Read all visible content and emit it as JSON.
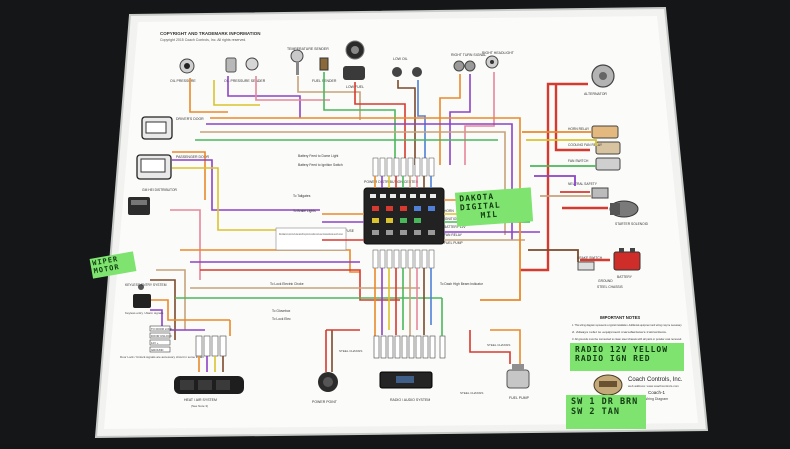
{
  "header": {
    "title": "COPYRIGHT AND TRADEMARK INFORMATION",
    "line": "Copyright 2015 Coach Controls, Inc. All rights reserved."
  },
  "gauges": [
    {
      "label": "OIL PRESSURE"
    },
    {
      "label": "OIL PRESSURE SENDER"
    },
    {
      "label": "TEMPERATURE SENDER"
    },
    {
      "label": "FUEL SENDER"
    },
    {
      "label": "LOW FUEL"
    },
    {
      "label": "LOW OIL"
    },
    {
      "label": "RIGHT TURN SIGNAL"
    },
    {
      "label": "RIGHT HEADLIGHT"
    }
  ],
  "left_components": [
    {
      "label": "DRIVER'S DOOR"
    },
    {
      "label": "PASSENGER DOOR"
    },
    {
      "label": "GM HEI DISTRIBUTOR"
    },
    {
      "label": "KEYLESS ENTRY SYSTEM"
    }
  ],
  "left_notes": {
    "keyless": "Keyless entry / Alarm signals",
    "door_note": "Door Lock / Unlock signals are accessory circuit in some install"
  },
  "left_labels": [
    "TO DOOR LOCK",
    "DOOR UNLOCK",
    "12V +",
    "GROUND"
  ],
  "center_labels": [
    "Battery Feed to Dome Light",
    "Battery Feed to Ignition Switch",
    "POWER DISTRIBUTION CENTER",
    "To Tailgates",
    "To Brake Lights",
    "To Lock Electric Choke",
    "To Dash High Beam Indicator",
    "HORN",
    "IGNITION",
    "BATTERY 12V",
    "FAN RELAY",
    "FUEL PUMP",
    "MAIN FUSE",
    "To Glovebox",
    "To Lock Elec"
  ],
  "center_note": "When ballast coil or pinion line the fuse rated with the ignition live condition must be used. Connected after wire uses off to connect.",
  "right_components": [
    {
      "label": "ALTERNATOR"
    },
    {
      "label": "STARTER SOLENOID"
    },
    {
      "label": "BATTERY"
    },
    {
      "label": "HORN RELAY"
    },
    {
      "label": "COOLING FAN RELAY"
    },
    {
      "label": "FAN SWITCH"
    },
    {
      "label": "NEUTRAL SAFETY"
    },
    {
      "label": "BRAKE SWITCH"
    }
  ],
  "right_labels": [
    "GROUND",
    "STEEL CHASSIS"
  ],
  "bottom_components": [
    {
      "label": "HEAT / AIR SYSTEM"
    },
    {
      "label": "POWER POINT"
    },
    {
      "label": "RADIO / AUDIO SYSTEM"
    },
    {
      "label": "FUEL PUMP"
    }
  ],
  "bottom_sub": [
    "(See Note 3)",
    "STEEL CHASSIS",
    "STEEL CHASSIS",
    "STEEL CHASSIS"
  ],
  "important_notes": {
    "title": "IMPORTANT NOTES",
    "items": [
      "1. This wiring diagram represents a typical installation. Additional equipment and wiring may be necessary.",
      "2. Always refer to equipment manufacturers instructions.",
      "3. All grounds must be connected to clean steel chassis with all paint or powder coat removed."
    ]
  },
  "branding": {
    "company": "Coach Controls, Inc.",
    "web": "web address: www.coachcontrols.com",
    "model": "Coach-1",
    "subtitle": "Wiring Diagram"
  },
  "handwritten": {
    "dakota_1": "DAKOTA",
    "dakota_2": "DIGITAL",
    "dakota_3": "MIL",
    "motor_1": "WIPER",
    "motor_2": "MOTOR",
    "radio_1": "RADIO 12V YELLOW",
    "radio_2": "RADIO IGN RED",
    "sw_1": "SW 1 DR BRN",
    "sw_2": "SW 2 TAN"
  },
  "colors": {
    "orange": "#e98a2a",
    "red": "#d63a2e",
    "purple": "#8c43c6",
    "pink": "#e6879a",
    "tan": "#c7a27b",
    "yellow": "#d9c32e",
    "green": "#4ab85a",
    "brown": "#7a4a2a",
    "blue": "#4f7fd6",
    "gray": "#9a9a9a",
    "tape": "#7ee36f"
  }
}
